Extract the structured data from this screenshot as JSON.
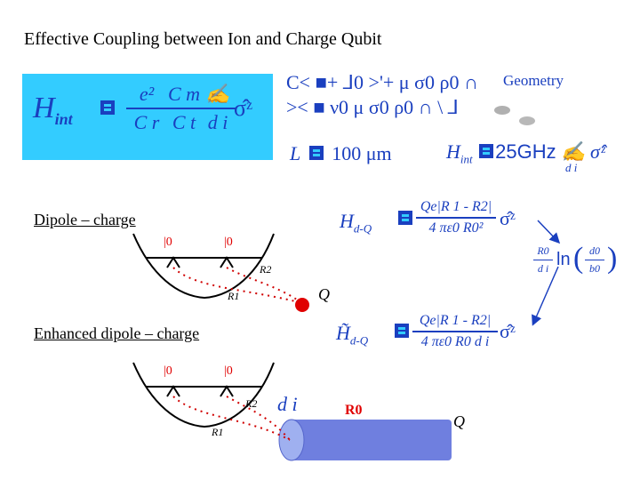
{
  "title": "Effective Coupling between Ion and Charge Qubit",
  "hint_box": {
    "lhs": "H",
    "lhs_sub": "int",
    "frac1_num": "e²",
    "frac1_den": "C r",
    "frac2_num": "C m",
    "frac2_den": "C t",
    "frac3_den": "d i",
    "tail": "σ̂ᶻ"
  },
  "geometry_label": "Geometry",
  "garbled_lines": {
    "line1": "C˂ ■+ ⅃0 ˃'+ μ σ0 ρ0 ∩",
    "line2": "˃˂ ■ ν0 μ σ0 ρ0 ∩ \\ ⅃"
  },
  "length_eq": {
    "lhs": "L",
    "value": "100 μm"
  },
  "hint_value": {
    "lhs": "H",
    "lhs_sub": "int",
    "value": "25GHz",
    "tail": "σ̂ᶻ",
    "den": "d i"
  },
  "dipole_label": "Dipole – charge",
  "enhanced_label": "Enhanced dipole – charge",
  "hdq": {
    "lhs": "H",
    "lhs_sub": "d-Q",
    "num": "Qe|R 1 - R2|",
    "den": "4 πε0 R0²",
    "tail": "σ̂ᶻ"
  },
  "log_term": {
    "frac_num": "R0",
    "frac_den": "d i",
    "ln": "ln",
    "paren_num": "d0",
    "paren_den": "b0"
  },
  "hdq_tilde": {
    "lhs": "H̃",
    "lhs_sub": "d-Q",
    "num": "Qe|R 1 - R2|",
    "den": "4 πε0 R0 d i",
    "tail": "σ̂ᶻ"
  },
  "diagram1": {
    "ket_left": "|0",
    "ket_right": "|0",
    "r1_label": "R1",
    "r2_label": "R2",
    "charge_label": "Q"
  },
  "diagram2": {
    "ket_left": "|0",
    "ket_right": "|0",
    "r1_label": "R1",
    "r2_label": "R2",
    "di_label": "d i",
    "r0_label": "R0",
    "charge_label": "Q"
  },
  "colors": {
    "accent_blue": "#1a3fbf",
    "box_cyan": "#33ccff",
    "charge_red": "#e00000",
    "chain_red": "#d00000",
    "electrode": "#9fb0f0"
  }
}
